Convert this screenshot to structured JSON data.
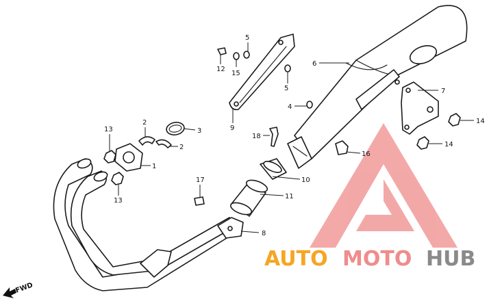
{
  "diagram": {
    "labels": {
      "p1": "1",
      "p2a": "2",
      "p2b": "2",
      "p3": "3",
      "p4": "4",
      "p5a": "5",
      "p5b": "5",
      "p6": "6",
      "p7": "7",
      "p8": "8",
      "p9": "9",
      "p10": "10",
      "p11": "11",
      "p12": "12",
      "p13a": "13",
      "p13b": "13",
      "p14a": "14",
      "p14b": "14",
      "p15": "15",
      "p16": "16",
      "p17": "17",
      "p18": "18"
    },
    "fwd": "FWD"
  },
  "watermark": {
    "part1": "AUTO",
    "part2": "MOTO",
    "part3": "HUB",
    "color_orange": "#f5a623",
    "color_red": "#f08c8c",
    "color_gray": "#8a8a8a"
  }
}
